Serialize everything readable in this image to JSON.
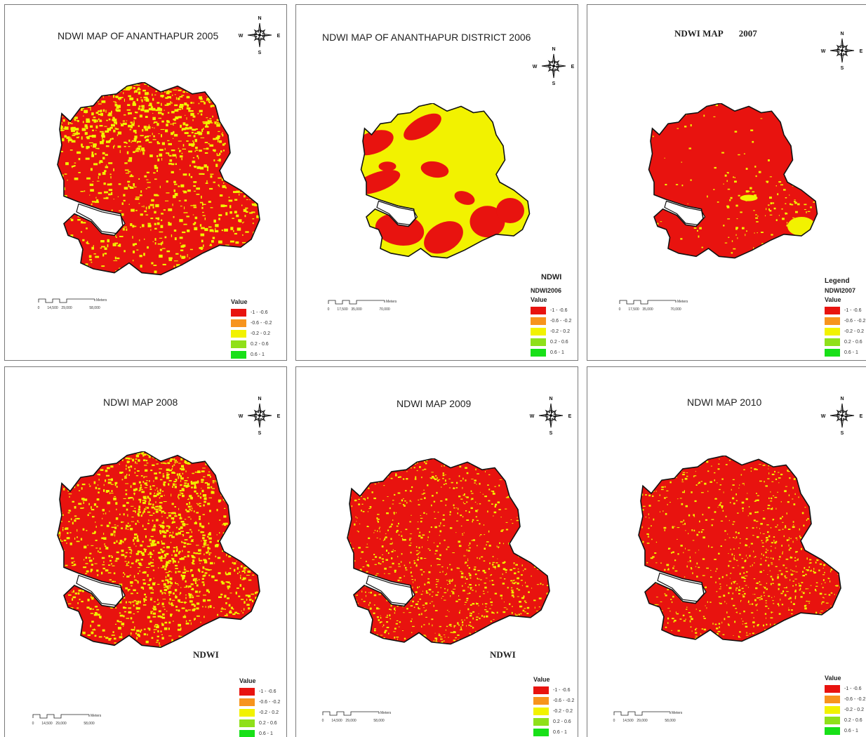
{
  "colors": {
    "red": "#e8130f",
    "orange": "#f7941d",
    "yellow": "#f2f200",
    "lightgreen": "#8fe01a",
    "green": "#18e018",
    "outline": "#111111"
  },
  "panels": [
    {
      "title": "NDWI MAP OF ANANTHAPUR 2005",
      "legend": {
        "value_label": "Value",
        "classes": [
          "-1 - -0.6",
          "-0.6 - -0.2",
          "-0.2 - 0.2",
          "0.2 - 0.6",
          "0.6 - 1"
        ]
      },
      "scale": {
        "ticks": [
          "0",
          "14,500",
          "29,000",
          "58,000"
        ],
        "unit": "Meters"
      },
      "compass": {
        "n": "N",
        "s": "S",
        "e": "E",
        "w": "W"
      }
    },
    {
      "title": "NDWI MAP OF ANANTHAPUR DISTRICT 2006",
      "map_label": "NDWI",
      "legend": {
        "layer_name": "NDWI2006",
        "value_label": "Value",
        "classes": [
          "-1 - -0.6",
          "-0.6 - -0.2",
          "-0.2 - 0.2",
          "0.2 - 0.6",
          "0.6 - 1"
        ]
      },
      "scale": {
        "ticks": [
          "0",
          "17,500",
          "35,000",
          "70,000"
        ],
        "unit": "Meters"
      },
      "compass": {
        "n": "N",
        "s": "S",
        "e": "E",
        "w": "W"
      }
    },
    {
      "title": "NDWI MAP       2007",
      "legend": {
        "heading": "Legend",
        "layer_name": "NDWI2007",
        "value_label": "Value",
        "classes": [
          "-1 - -0.6",
          "-0.6 - -0.2",
          "-0.2 - 0.2",
          "0.2 - 0.6",
          "0.6 - 1"
        ]
      },
      "scale": {
        "ticks": [
          "0",
          "17,500",
          "35,000",
          "70,000"
        ],
        "unit": "Meters"
      },
      "compass": {
        "n": "N",
        "s": "S",
        "e": "E",
        "w": "W"
      }
    },
    {
      "title": "NDWI MAP 2008",
      "map_label": "NDWI",
      "legend": {
        "value_label": "Value",
        "classes": [
          "-1 - -0.6",
          "-0.6 - -0.2",
          "-0.2 - 0.2",
          "0.2 - 0.6",
          "0.6 - 1"
        ]
      },
      "scale": {
        "ticks": [
          "0",
          "14,500",
          "29,000",
          "58,000"
        ],
        "unit": "Meters"
      },
      "compass": {
        "n": "N",
        "s": "S",
        "e": "E",
        "w": "W"
      }
    },
    {
      "title": "NDWI MAP 2009",
      "map_label": "NDWI",
      "legend": {
        "value_label": "Value",
        "classes": [
          "-1 - -0.6",
          "-0.6 - -0.2",
          "-0.2 - 0.2",
          "0.2 - 0.6",
          "0.6 - 1"
        ]
      },
      "scale": {
        "ticks": [
          "0",
          "14,500",
          "29,000",
          "58,000"
        ],
        "unit": "Meters"
      },
      "compass": {
        "n": "N",
        "s": "S",
        "e": "E",
        "w": "W"
      }
    },
    {
      "title": "NDWI MAP 2010",
      "legend": {
        "value_label": "Value",
        "classes": [
          "-1 - -0.6",
          "-0.6 - -0.2",
          "-0.2 - 0.2",
          "0.2 - 0.6",
          "0.6 - 1"
        ]
      },
      "scale": {
        "ticks": [
          "0",
          "14,500",
          "29,000",
          "58,000"
        ],
        "unit": "Meters"
      },
      "compass": {
        "n": "N",
        "s": "S",
        "e": "E",
        "w": "W"
      }
    }
  ]
}
